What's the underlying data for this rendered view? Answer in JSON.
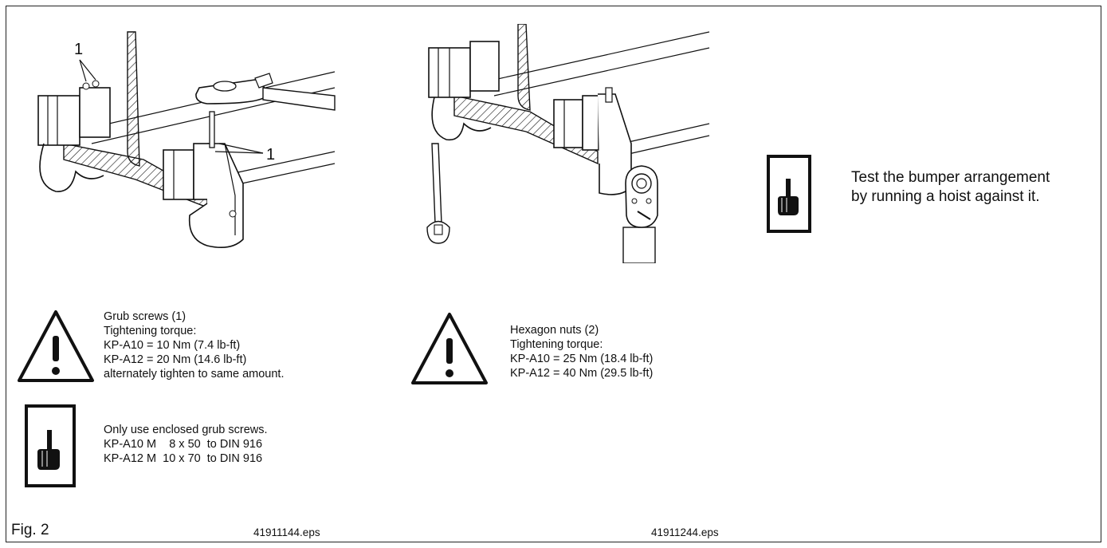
{
  "illustrations": {
    "left": {
      "callout_top": "1",
      "callout_right": "1",
      "file_name": "41911144.eps"
    },
    "middle": {
      "file_name": "41911244.eps"
    }
  },
  "hint_right": {
    "icon": "pointing-hand-icon",
    "lines": [
      "Test the bumper arrangement",
      "by running a hoist against it."
    ]
  },
  "warning_left": {
    "icon": "warning-triangle-icon",
    "lines": [
      "Grub screws (1)",
      "Tightening torque:",
      "KP-A10 = 10 Nm (7.4 lb-ft)",
      "KP-A12 = 20 Nm (14.6 lb-ft)",
      "alternately tighten to same amount."
    ]
  },
  "warning_middle": {
    "icon": "warning-triangle-icon",
    "lines": [
      "Hexagon nuts (2)",
      "Tightening torque:",
      "KP-A10 = 25 Nm (18.4 lb-ft)",
      "KP-A12 = 40 Nm (29.5 lb-ft)"
    ]
  },
  "hint_left": {
    "icon": "pointing-hand-icon",
    "lines": [
      "Only use enclosed grub screws.",
      "KP-A10 M    8 x 50  to DIN 916",
      "KP-A12 M  10 x 70  to DIN 916"
    ]
  },
  "figure_label": "Fig. 2"
}
